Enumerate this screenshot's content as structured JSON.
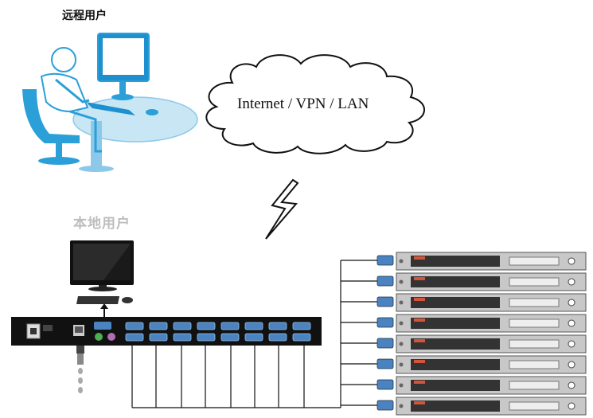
{
  "labels": {
    "remote_user": "远程用户",
    "local_user": "本地用户",
    "network": "Internet / VPN / LAN"
  },
  "colors": {
    "accent_blue": "#2a9fd8",
    "table_blue": "#c9e6f5",
    "kvm_body": "#111111",
    "port_blue": "#4a83c0",
    "server_gray": "#bfbfbf"
  },
  "servers_count_shown": 8
}
